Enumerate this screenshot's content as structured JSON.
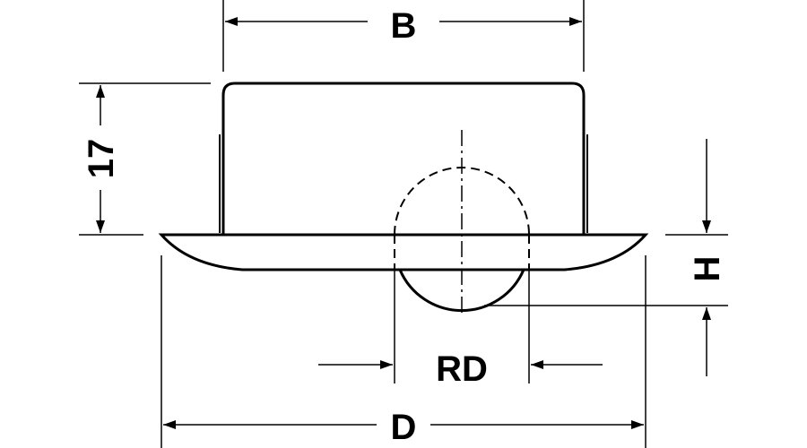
{
  "drawing": {
    "labels": {
      "width_top": "B",
      "height_body": "17",
      "height_ball": "H",
      "ball_diameter": "RD",
      "width_bottom": "D"
    },
    "colors": {
      "line": "#000000",
      "background": "#ffffff"
    }
  }
}
